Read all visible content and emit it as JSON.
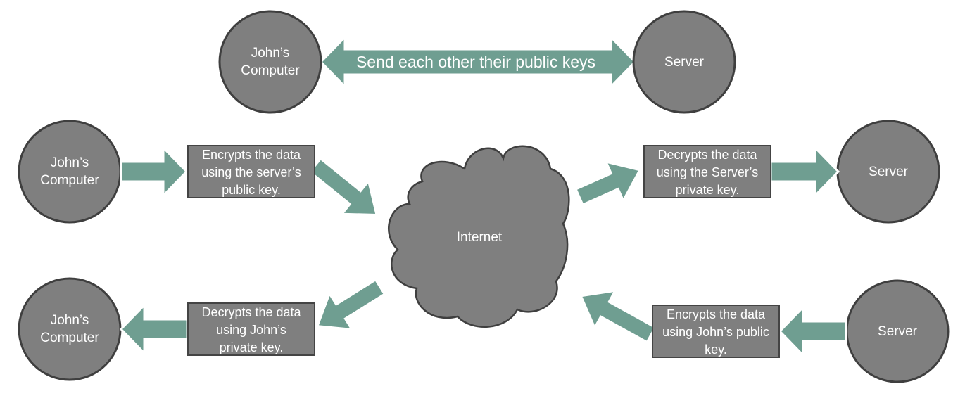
{
  "colors": {
    "node": "#7f7f7f",
    "node_border": "#3f3f3f",
    "arrow": "#6f9e91",
    "background": "#ffffff"
  },
  "top_row": {
    "left_node": "John’s\nComputer",
    "banner": "Send each other their public keys",
    "right_node": "Server"
  },
  "cloud_label": "Internet",
  "flow_top_left": {
    "node": "John’s\nComputer",
    "step": "Encrypts the data\nusing the server’s\npublic key."
  },
  "flow_top_right": {
    "step": "Decrypts the data\nusing the Server’s\nprivate key.",
    "node": "Server"
  },
  "flow_bottom_right": {
    "node": "Server",
    "step": "Encrypts the data\nusing John’s public\nkey."
  },
  "flow_bottom_left": {
    "step": "Decrypts the data\nusing John’s\nprivate key.",
    "node": "John’s\nComputer"
  }
}
